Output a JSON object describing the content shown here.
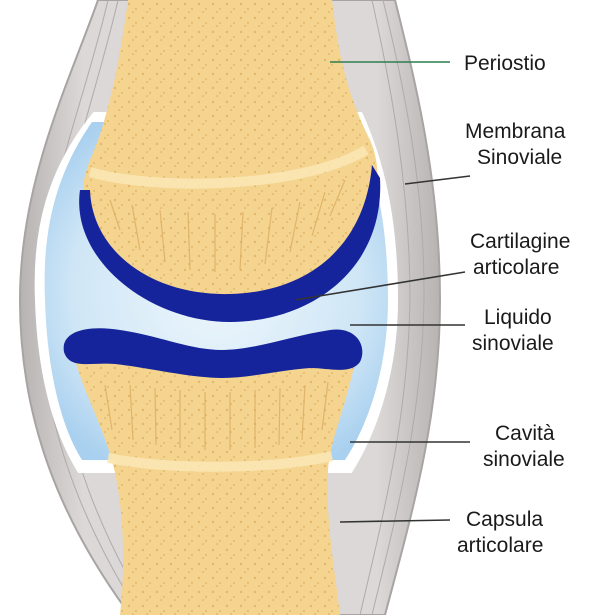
{
  "labels": {
    "periostio": "Periostio",
    "membrana_1": "Membrana",
    "membrana_2": "Sinoviale",
    "cartilagine_1": "Cartilagine",
    "cartilagine_2": "articolare",
    "liquido_1": "Liquido",
    "liquido_2": "sinoviale",
    "cavita_1": "Cavità",
    "cavita_2": "sinoviale",
    "capsula_1": "Capsula",
    "capsula_2": "articolare"
  },
  "colors": {
    "bone": "#f4d48e",
    "bone_texture": "#d9a85a",
    "cartilage": "#15249a",
    "synovial_fluid": "#d6ecf8",
    "capsule": "#c9c4c4",
    "periosteum_line": "#2f7d4f",
    "leader_line": "#333333"
  }
}
